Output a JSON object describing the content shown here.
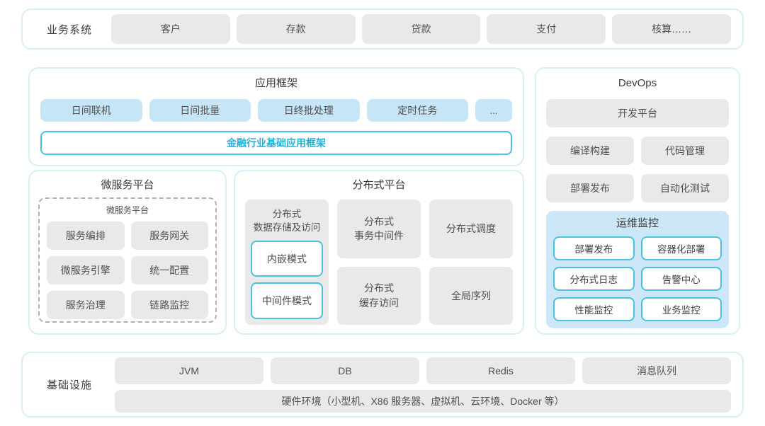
{
  "business": {
    "label": "业务系统",
    "items": [
      "客户",
      "存款",
      "贷款",
      "支付",
      "核算……"
    ]
  },
  "app_framework": {
    "title": "应用框架",
    "modes": [
      "日间联机",
      "日间批量",
      "日终批处理",
      "定时任务",
      "..."
    ],
    "base": "金融行业基础应用框架"
  },
  "microservice": {
    "title": "微服务平台",
    "inner_title": "微服务平台",
    "items": [
      "服务编排",
      "服务网关",
      "微服务引擎",
      "统一配置",
      "服务治理",
      "链路监控"
    ]
  },
  "distributed": {
    "title": "分布式平台",
    "storage": {
      "label": "分布式\n数据存储及访问",
      "modes": [
        "内嵌模式",
        "中间件模式"
      ]
    },
    "cells": [
      "分布式\n事务中间件",
      "分布式调度",
      "分布式\n缓存访问",
      "全局序列"
    ]
  },
  "devops": {
    "title": "DevOps",
    "platform": "开发平台",
    "items": [
      "编译构建",
      "代码管理",
      "部署发布",
      "自动化测试"
    ],
    "monitor": {
      "title": "运维监控",
      "items": [
        "部署发布",
        "容器化部署",
        "分布式日志",
        "告警中心",
        "性能监控",
        "业务监控"
      ]
    }
  },
  "infrastructure": {
    "label": "基础设施",
    "items": [
      "JVM",
      "DB",
      "Redis",
      "消息队列"
    ],
    "hardware": "硬件环境（小型机、X86 服务器、虚拟机、云环境、Docker 等）"
  },
  "colors": {
    "panel_border": "#d9eff6",
    "block_gray": "#e9e9e9",
    "block_blue": "#c6e5f6",
    "accent_cyan_border": "#4cc2dc",
    "accent_cyan_text": "#27aed6",
    "monitor_panel_bg": "#cbe7f8",
    "text_primary": "#383838",
    "text_secondary": "#4f4f4f"
  }
}
